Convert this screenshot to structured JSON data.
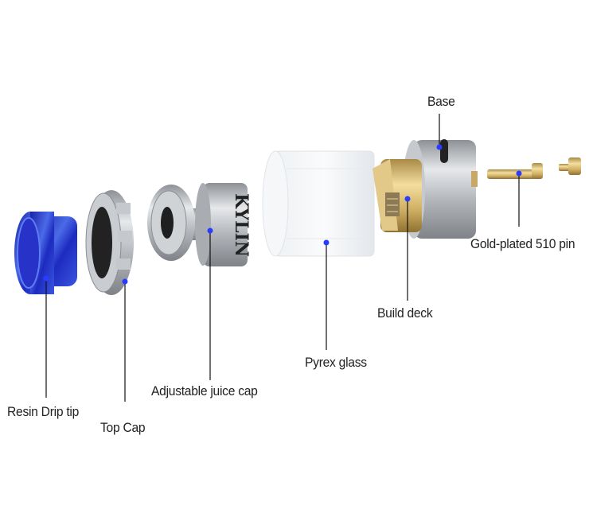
{
  "diagram": {
    "parts": [
      {
        "id": "base",
        "label": "Base"
      },
      {
        "id": "pin",
        "label": "Gold-plated 510 pin"
      },
      {
        "id": "build-deck",
        "label": "Build deck"
      },
      {
        "id": "pyrex",
        "label": "Pyrex glass"
      },
      {
        "id": "juice-cap",
        "label": "Adjustable juice cap"
      },
      {
        "id": "drip-tip",
        "label": "Resin Drip tip"
      },
      {
        "id": "top-cap",
        "label": "Top Cap"
      }
    ],
    "logo_text": "KYLIN"
  },
  "colors": {
    "marker": "#2a3cff",
    "leader": "#111111",
    "resin": "#2b3bd8",
    "steel": "#b8bcc2",
    "gold": "#d9b869"
  }
}
